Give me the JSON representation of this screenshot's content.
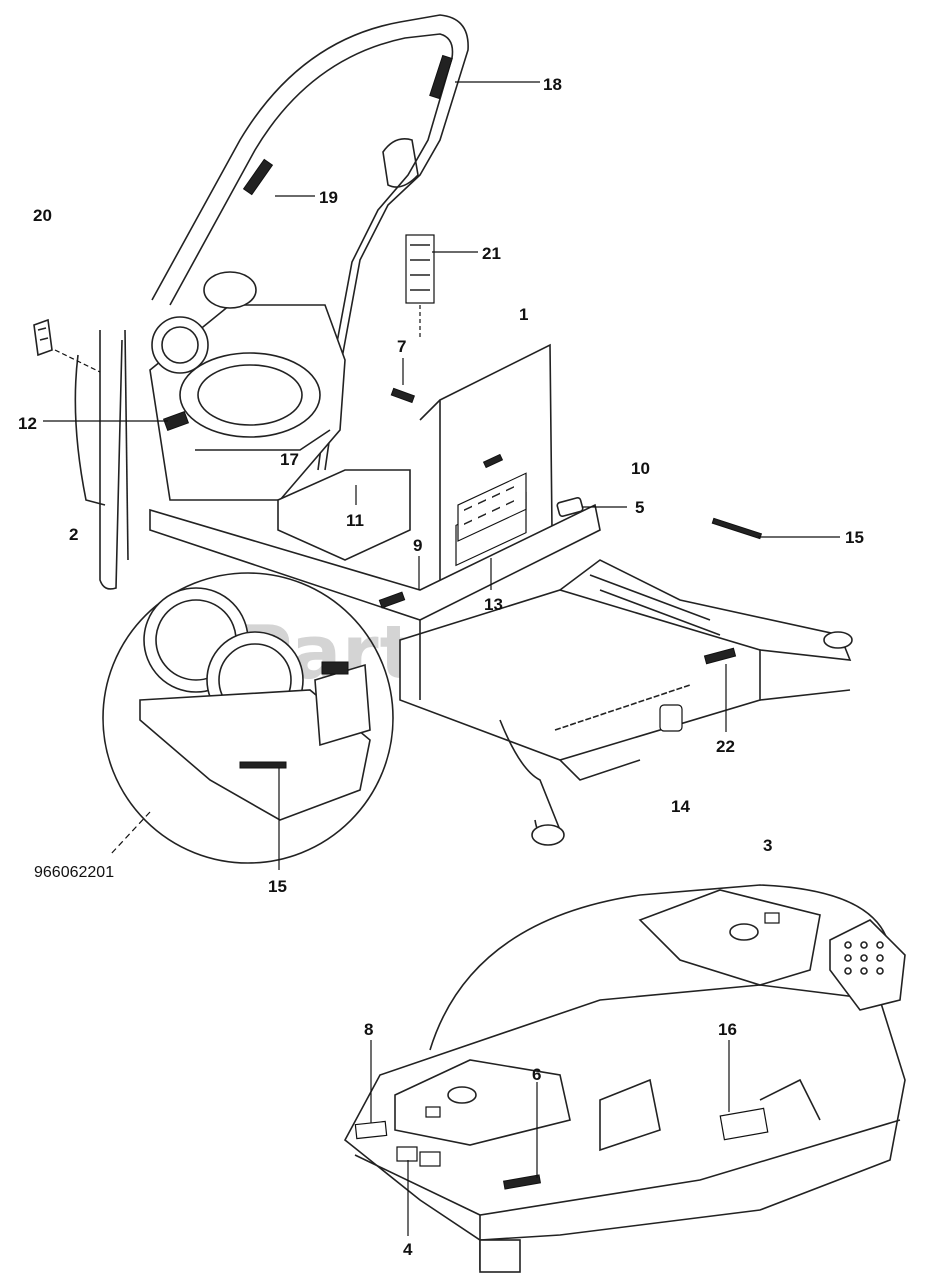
{
  "watermark": "PartsTree",
  "reference_number": "966062201",
  "callouts": [
    {
      "id": "18",
      "text": "18"
    },
    {
      "id": "19",
      "text": "19"
    },
    {
      "id": "20",
      "text": "20"
    },
    {
      "id": "21",
      "text": "21"
    },
    {
      "id": "1",
      "text": "1"
    },
    {
      "id": "7",
      "text": "7"
    },
    {
      "id": "12",
      "text": "12"
    },
    {
      "id": "17",
      "text": "17"
    },
    {
      "id": "10",
      "text": "10"
    },
    {
      "id": "5",
      "text": "5"
    },
    {
      "id": "11",
      "text": "11"
    },
    {
      "id": "2",
      "text": "2"
    },
    {
      "id": "9",
      "text": "9"
    },
    {
      "id": "15a",
      "text": "15"
    },
    {
      "id": "13",
      "text": "13"
    },
    {
      "id": "22",
      "text": "22"
    },
    {
      "id": "14",
      "text": "14"
    },
    {
      "id": "3",
      "text": "3"
    },
    {
      "id": "15b",
      "text": "15"
    },
    {
      "id": "8",
      "text": "8"
    },
    {
      "id": "16",
      "text": "16"
    },
    {
      "id": "6",
      "text": "6"
    },
    {
      "id": "4",
      "text": "4"
    }
  ]
}
